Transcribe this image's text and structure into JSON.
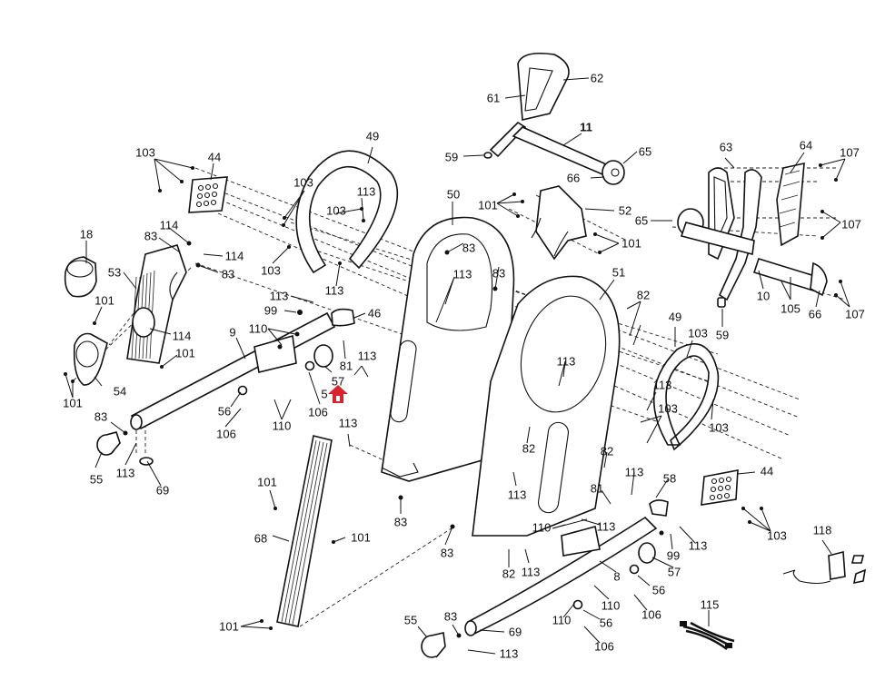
{
  "diagram": {
    "title": "Elliptical exploded parts diagram",
    "highlight": {
      "icon": "red-house-arrow-icon",
      "color": "#d9232e",
      "points_to": "57"
    },
    "callouts": [
      {
        "id": "c103a",
        "label": "103"
      },
      {
        "id": "c44a",
        "label": "44"
      },
      {
        "id": "c18",
        "label": "18"
      },
      {
        "id": "c114a",
        "label": "114"
      },
      {
        "id": "c83a",
        "label": "83"
      },
      {
        "id": "c114b",
        "label": "114"
      },
      {
        "id": "c83b",
        "label": "83"
      },
      {
        "id": "c53",
        "label": "53"
      },
      {
        "id": "c101a",
        "label": "101"
      },
      {
        "id": "c114c",
        "label": "114"
      },
      {
        "id": "c101b",
        "label": "101"
      },
      {
        "id": "c54",
        "label": "54"
      },
      {
        "id": "c101c",
        "label": "101"
      },
      {
        "id": "c9",
        "label": "9"
      },
      {
        "id": "c113a",
        "label": "113"
      },
      {
        "id": "c99a",
        "label": "99"
      },
      {
        "id": "c46",
        "label": "46"
      },
      {
        "id": "c110a",
        "label": "110"
      },
      {
        "id": "c81a",
        "label": "81"
      },
      {
        "id": "c113b",
        "label": "113"
      },
      {
        "id": "c57a",
        "label": "57"
      },
      {
        "id": "c5",
        "label": "5"
      },
      {
        "id": "c56a",
        "label": "56"
      },
      {
        "id": "c106a",
        "label": "106"
      },
      {
        "id": "c110b",
        "label": "110"
      },
      {
        "id": "c106b",
        "label": "106"
      },
      {
        "id": "c113c",
        "label": "113"
      },
      {
        "id": "c83c",
        "label": "83"
      },
      {
        "id": "c55a",
        "label": "55"
      },
      {
        "id": "c113d",
        "label": "113"
      },
      {
        "id": "c69a",
        "label": "69"
      },
      {
        "id": "c49a",
        "label": "49"
      },
      {
        "id": "c103b",
        "label": "103"
      },
      {
        "id": "c113e",
        "label": "113"
      },
      {
        "id": "c103c",
        "label": "103"
      },
      {
        "id": "c103d",
        "label": "103"
      },
      {
        "id": "c113f",
        "label": "113"
      },
      {
        "id": "c61",
        "label": "61"
      },
      {
        "id": "c62",
        "label": "62"
      },
      {
        "id": "c11",
        "label": "11"
      },
      {
        "id": "c59a",
        "label": "59"
      },
      {
        "id": "c65a",
        "label": "65"
      },
      {
        "id": "c66a",
        "label": "66"
      },
      {
        "id": "c50",
        "label": "50"
      },
      {
        "id": "c101d",
        "label": "101"
      },
      {
        "id": "c52",
        "label": "52"
      },
      {
        "id": "c101e",
        "label": "101"
      },
      {
        "id": "c83d",
        "label": "83"
      },
      {
        "id": "c113g",
        "label": "113"
      },
      {
        "id": "c83e",
        "label": "83"
      },
      {
        "id": "c51",
        "label": "51"
      },
      {
        "id": "c82a",
        "label": "82"
      },
      {
        "id": "c63",
        "label": "63"
      },
      {
        "id": "c64",
        "label": "64"
      },
      {
        "id": "c107a",
        "label": "107"
      },
      {
        "id": "c65b",
        "label": "65"
      },
      {
        "id": "c107b",
        "label": "107"
      },
      {
        "id": "c10",
        "label": "10"
      },
      {
        "id": "c105",
        "label": "105"
      },
      {
        "id": "c66b",
        "label": "66"
      },
      {
        "id": "c107c",
        "label": "107"
      },
      {
        "id": "c59b",
        "label": "59"
      },
      {
        "id": "c49b",
        "label": "49"
      },
      {
        "id": "c103e",
        "label": "103"
      },
      {
        "id": "c113h",
        "label": "113"
      },
      {
        "id": "c103f",
        "label": "103"
      },
      {
        "id": "c103g",
        "label": "103"
      },
      {
        "id": "c113i",
        "label": "113"
      },
      {
        "id": "c82b",
        "label": "82"
      },
      {
        "id": "c82c",
        "label": "82"
      },
      {
        "id": "c113j",
        "label": "113"
      },
      {
        "id": "c83f",
        "label": "83"
      },
      {
        "id": "c101f",
        "label": "101"
      },
      {
        "id": "c68",
        "label": "68"
      },
      {
        "id": "c101g",
        "label": "101"
      },
      {
        "id": "c101h",
        "label": "101"
      },
      {
        "id": "c83g",
        "label": "83"
      },
      {
        "id": "c82d",
        "label": "82"
      },
      {
        "id": "c113k",
        "label": "113"
      },
      {
        "id": "c113l",
        "label": "113"
      },
      {
        "id": "c58",
        "label": "58"
      },
      {
        "id": "c81b",
        "label": "81"
      },
      {
        "id": "c110c",
        "label": "110"
      },
      {
        "id": "c113m",
        "label": "113"
      },
      {
        "id": "c113n",
        "label": "113"
      },
      {
        "id": "c99b",
        "label": "99"
      },
      {
        "id": "c57b",
        "label": "57"
      },
      {
        "id": "c8",
        "label": "8"
      },
      {
        "id": "c56b",
        "label": "56"
      },
      {
        "id": "c110d",
        "label": "110"
      },
      {
        "id": "c110e",
        "label": "110"
      },
      {
        "id": "c56c",
        "label": "56"
      },
      {
        "id": "c106c",
        "label": "106"
      },
      {
        "id": "c106d",
        "label": "106"
      },
      {
        "id": "c44b",
        "label": "44"
      },
      {
        "id": "c103h",
        "label": "103"
      },
      {
        "id": "c118",
        "label": "118"
      },
      {
        "id": "c115",
        "label": "115"
      },
      {
        "id": "c55b",
        "label": "55"
      },
      {
        "id": "c83h",
        "label": "83"
      },
      {
        "id": "c69b",
        "label": "69"
      },
      {
        "id": "c113o",
        "label": "113"
      }
    ]
  }
}
